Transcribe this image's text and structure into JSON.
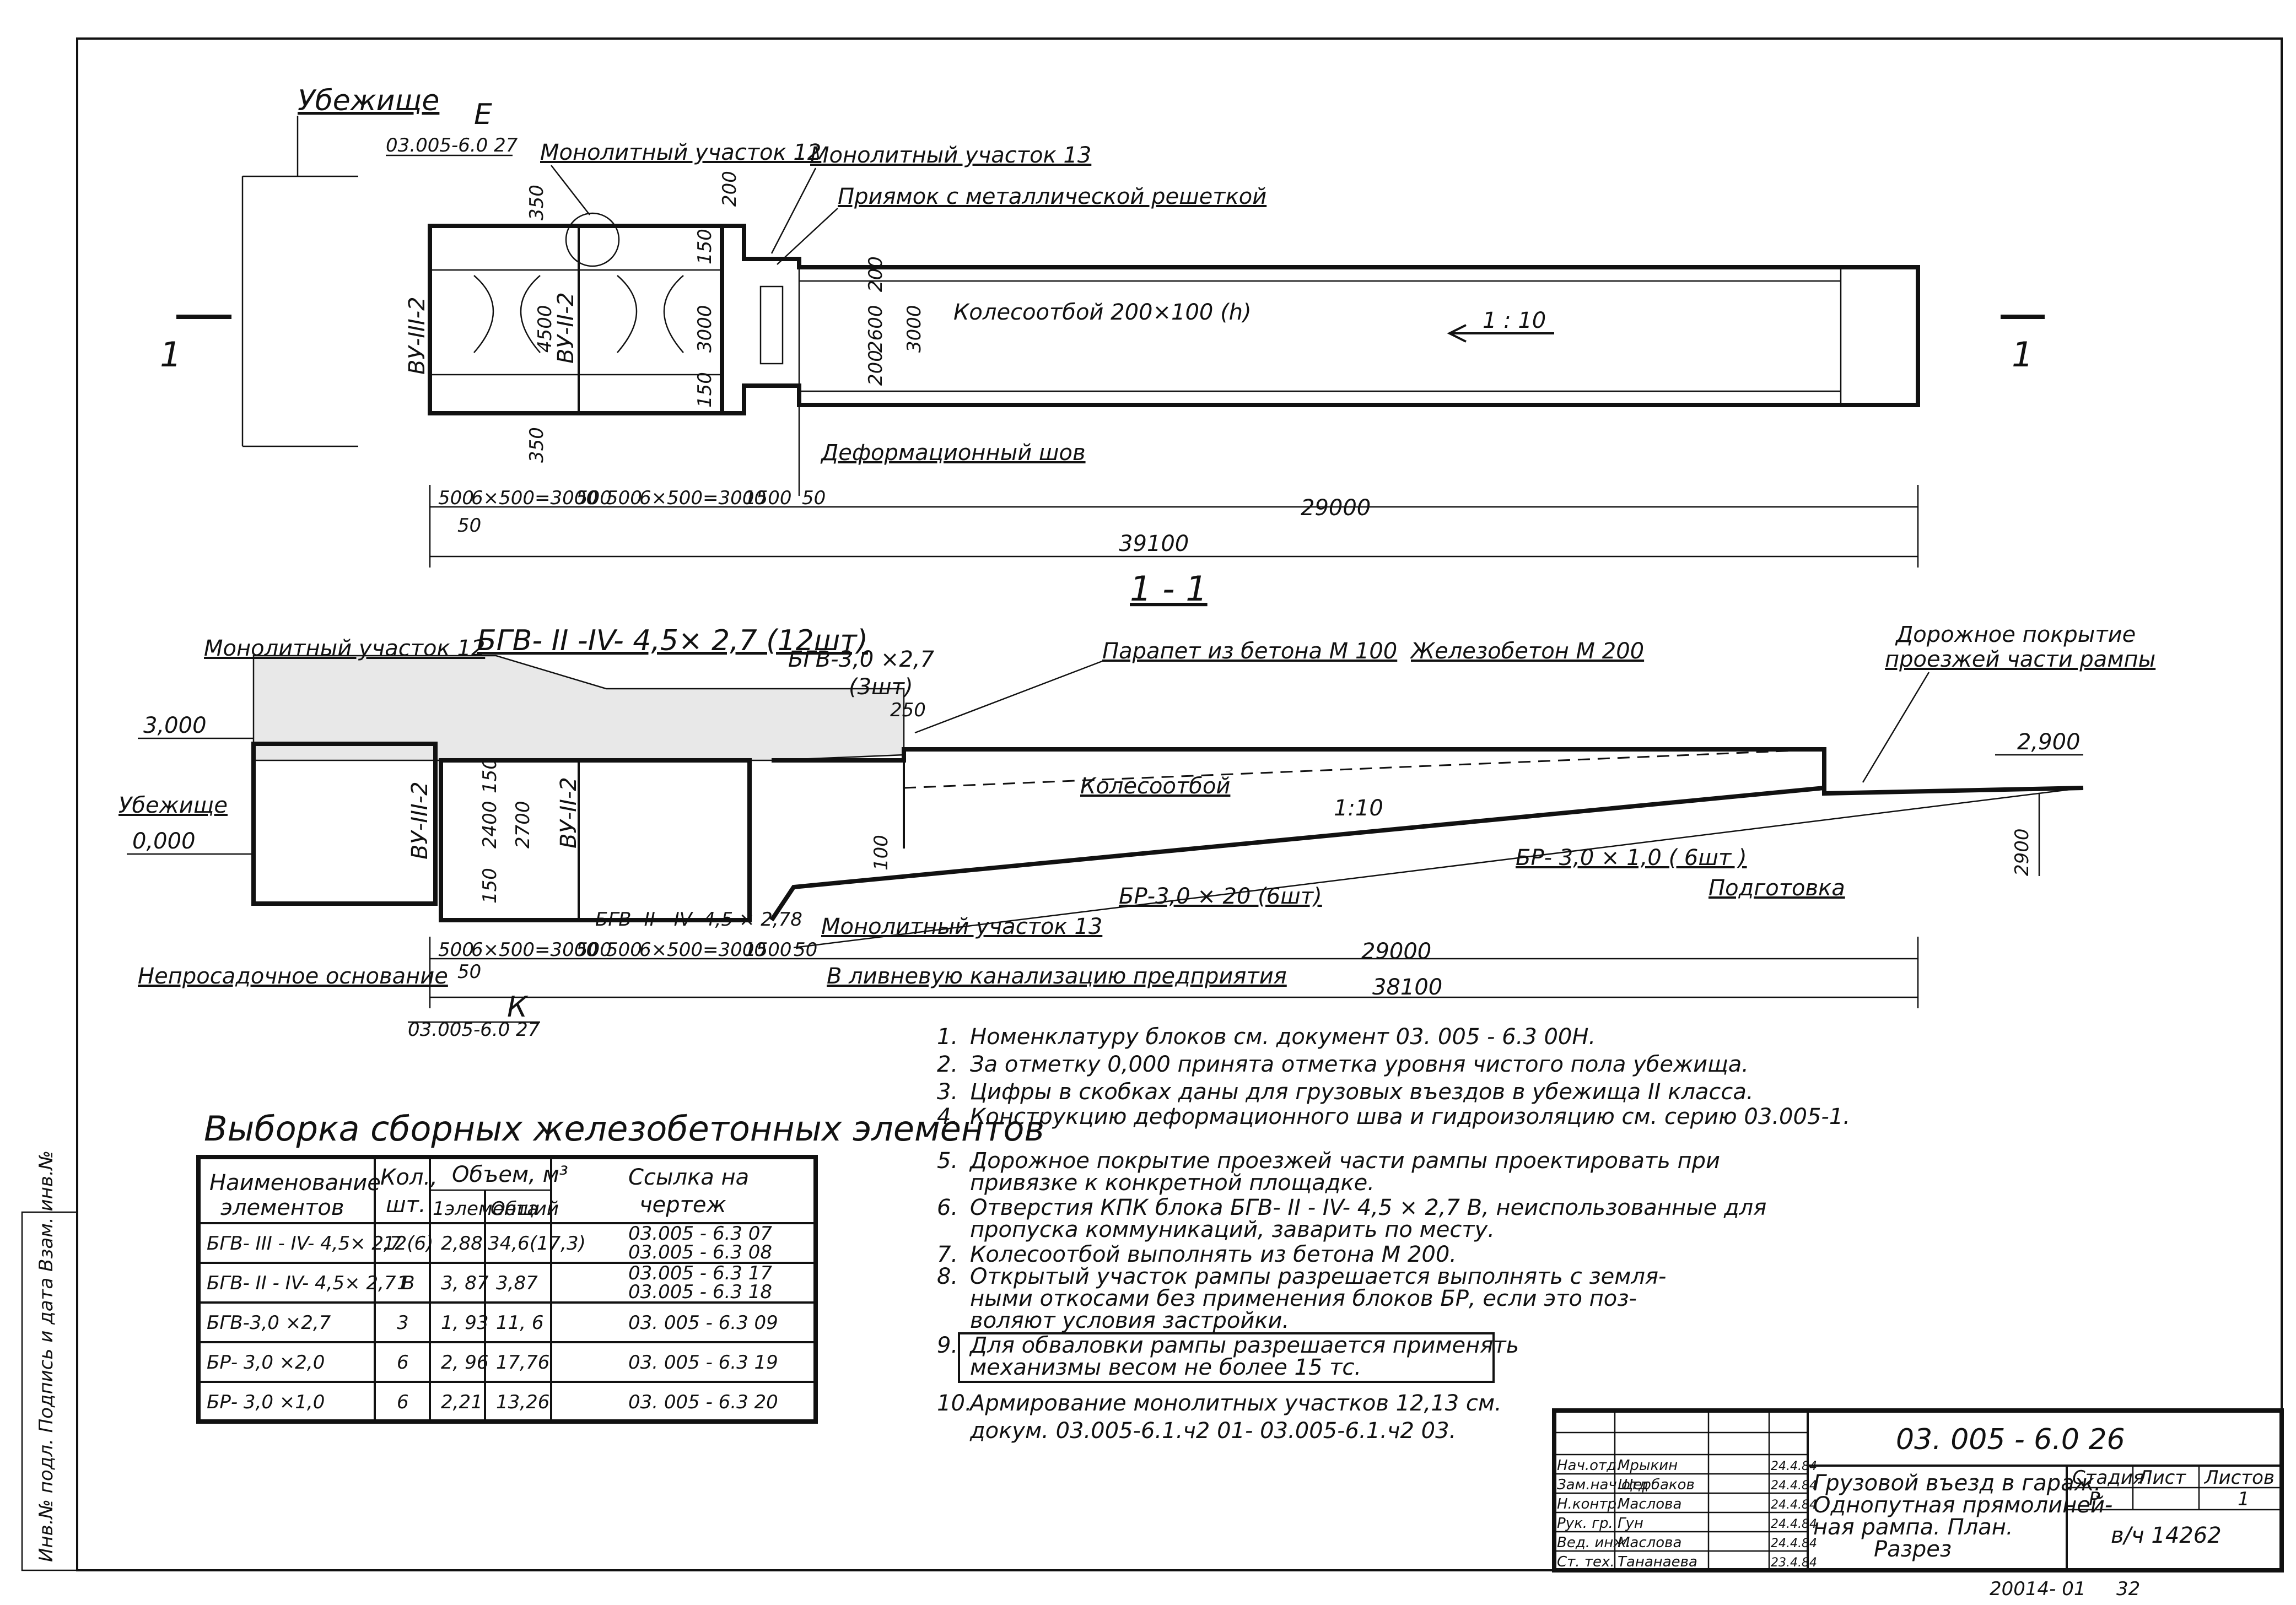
{
  "plan": {
    "shelter_label": "Убежище",
    "ref_e_letter": "Е",
    "ref_e_doc": "03.005-6.0  27",
    "mono12": "Монолитный участок 12",
    "mono13": "Монолитный участок 13",
    "pit": "Приямок с металлической решеткой",
    "wheel_guard": "Колесоотбой  200×100 (h)",
    "slope": "1 : 10",
    "deform_joint": "Деформационный шов",
    "vu3": "ВУ-III-2",
    "vu2": "ВУ-II-2",
    "dims_top": [
      "350",
      "200",
      "350"
    ],
    "dims_v": [
      "4500",
      "3000",
      "150",
      "150",
      "200",
      "2600",
      "200",
      "3000"
    ],
    "dims_bottom": [
      "500",
      "6×500=3000",
      "500",
      "500",
      "6×500=3000",
      "1500",
      "50"
    ],
    "dim_50": "50",
    "total_29000": "29000",
    "total_39100": "39100",
    "section_mark": "1"
  },
  "section": {
    "title": "1 - 1",
    "bgv_top": "БГВ- II -IV- 4,5× 2,7 (12шт)",
    "bgv_30": "БГВ-3,0 ×2,7",
    "bgv_30_count": "(3шт)",
    "parapet": "Парапет из бетона  М 100",
    "rc": "Железобетон  М 200",
    "road_1": "Дорожное покрытие",
    "road_2": "проезжей части рампы",
    "mono12": "Монолитный  участок 12",
    "mark_3000": "3,000",
    "mark_0000": "0,000",
    "shelter": "Убежище",
    "mark_2900": "2,900",
    "dim_2900": "2900",
    "dim_250": "250",
    "wheel_guard": "Колесоотбой",
    "slope": "1:10",
    "br_30x10": "БР- 3,0 × 1,0  ( 6шт )",
    "br_30x20": "БР-3,0 × 20 (6шт)",
    "prep": "Подготовка",
    "bgv_bottom": "БГВ- II - IV- 4,5 × 2,78",
    "mono13": "Монолитный   участок 13",
    "base": "Непросадочное основание",
    "storm": "В ливневую канализацию предприятия",
    "ref_k_letter": "К",
    "ref_k_doc": "03.005-6.0  27",
    "dims_bottom": [
      "500",
      "6×500=3000",
      "500",
      "500",
      "6×500=3000",
      "1500",
      "50"
    ],
    "dim_50": "50",
    "total_29000": "29000",
    "total_38100": "38100",
    "inner_dims": [
      "150",
      "2400",
      "150",
      "2700",
      "100"
    ],
    "vu3": "ВУ-III-2",
    "vu2": "ВУ-II-2"
  },
  "notes": [
    {
      "n": "1.",
      "text": "Номенклатуру            блоков  см.  документ    03. 005 - 6.3  00Н."
    },
    {
      "n": "2.",
      "text": "За  отметку  0,000  принята   отметка  уровня  чистого пола убежища."
    },
    {
      "n": "3.",
      "text": "Цифры  в скобках  даны  для  грузовых  въездов  в убежища II класса."
    },
    {
      "n": "4.",
      "text": "Конструкцию  деформационного шва и гидроизоляцию см. серию 03.005-1."
    },
    {
      "n": "5.",
      "text": "Дорожное  покрытие  проезжей  части рампы  проектировать    при"
    },
    {
      "n": "",
      "text": "привязке к конкретной  площадке."
    },
    {
      "n": "6.",
      "text": "Отверстия  КПК блока  БГВ- II - IV- 4,5 × 2,7 В,  неиспользованные      для"
    },
    {
      "n": "",
      "text": "пропуска  коммуникаций,  заварить  по  месту."
    },
    {
      "n": "7.",
      "text": "Колесоотбой   выполнять   из бетона    М 200."
    },
    {
      "n": "8.",
      "text": "Открытый  участок  рампы  разрешается   выполнять  с земля-"
    },
    {
      "n": "",
      "text": "ными  откосами  без  применения   блоков  БР,  если  это   поз-"
    },
    {
      "n": "",
      "text": "воляют  условия  застройки."
    },
    {
      "n": "9.",
      "text": "Для  обваловки  рампы  разрешается    применять"
    },
    {
      "n": "",
      "text": "механизмы  весом не более   15 тс."
    },
    {
      "n": "10.",
      "text": "Армирование  монолитных  участков   12,13  см."
    },
    {
      "n": "",
      "text": "докум. 03.005-6.1.ч2  01- 03.005-6.1.ч2  03."
    }
  ],
  "table": {
    "title": "Выборка  сборных  железобетонных  элементов",
    "headers": {
      "name_1": "Наименование",
      "name_2": "элементов",
      "qty_1": "Кол.,",
      "qty_2": "шт.",
      "vol": "Объем,  м³",
      "vol_el": "1элемента",
      "vol_total": "Общий",
      "ref_1": "Ссылка    на",
      "ref_2": "чертеж"
    },
    "rows": [
      {
        "name": "БГВ- III - IV- 4,5× 2,7",
        "qty": "12(6)",
        "v1": "2,88",
        "vt": "34,6(17,3)",
        "ref": "03.005 - 6.3  07",
        "ref2": "03.005 - 6.3  08"
      },
      {
        "name": "БГВ- II - IV- 4,5× 2,7 В",
        "qty": "1",
        "v1": "3, 87",
        "vt": "3,87",
        "ref": "03.005 - 6.3  17",
        "ref2": "03.005 - 6.3  18"
      },
      {
        "name": "БГВ-3,0 ×2,7",
        "qty": "3",
        "v1": "1, 93",
        "vt": "11, 6",
        "ref": "03. 005 - 6.3  09",
        "ref2": ""
      },
      {
        "name": "БР- 3,0 ×2,0",
        "qty": "6",
        "v1": "2, 96",
        "vt": "17,76",
        "ref": "03. 005 - 6.3  19",
        "ref2": ""
      },
      {
        "name": "БР- 3,0 ×1,0",
        "qty": "6",
        "v1": "2,21",
        "vt": "13,26",
        "ref": "03. 005 - 6.3  20",
        "ref2": ""
      }
    ]
  },
  "stamp": {
    "code": "03. 005 - 6.0   26",
    "title_1": "Грузовой  въезд  в гараж.",
    "title_2": "Однопутная  прямолиней-",
    "title_3": "ная  рампа.   План.",
    "title_4": "Разрез",
    "col_stage": "Стадия",
    "col_sheet": "Лист",
    "col_sheets": "Листов",
    "stage": "Р",
    "sheet": "",
    "sheets": "1",
    "org": "в/ч  14262",
    "people": [
      {
        "role": "Нач.отд.",
        "name": "Мрыкин",
        "date": "24.4.84"
      },
      {
        "role": "Зам.нач.отд",
        "name": "Щербаков",
        "date": "24.4.84"
      },
      {
        "role": "Н.контр.",
        "name": "Маслова",
        "date": "24.4.84"
      },
      {
        "role": "Рук. гр.",
        "name": "Гун",
        "date": "24.4.84"
      },
      {
        "role": "Вед. инж.",
        "name": "Маслова",
        "date": "24.4.84"
      },
      {
        "role": "Ст. тех.",
        "name": "Тананаева",
        "date": "23.4.84"
      }
    ]
  },
  "side_margin": "Инв.№ подл.  Подпись и дата  Взам. инв.№",
  "footer": {
    "left": "20014- 01",
    "right": "32"
  }
}
